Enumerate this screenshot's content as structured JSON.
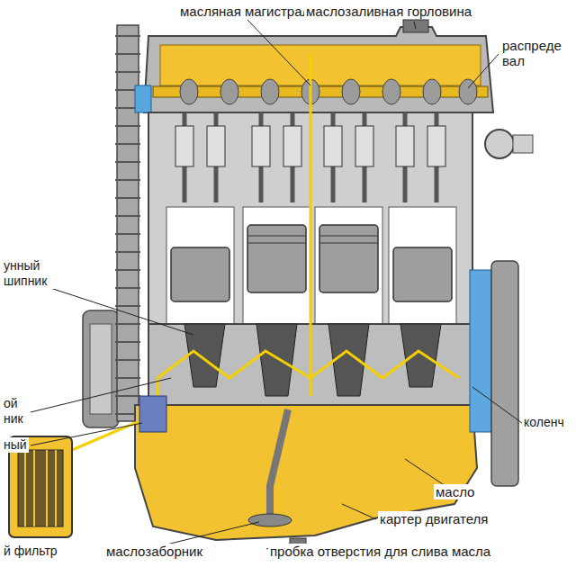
{
  "diagram": {
    "labels": [
      "масляная магистраль",
      "маслозаливная горловина",
      "распреде вал",
      "унный шипник",
      "ой ник",
      "ный",
      "коленч",
      "масло",
      "картер двигателя",
      "й фильтр",
      "маслозаборник",
      "пробка отверстия для слива масла"
    ]
  }
}
